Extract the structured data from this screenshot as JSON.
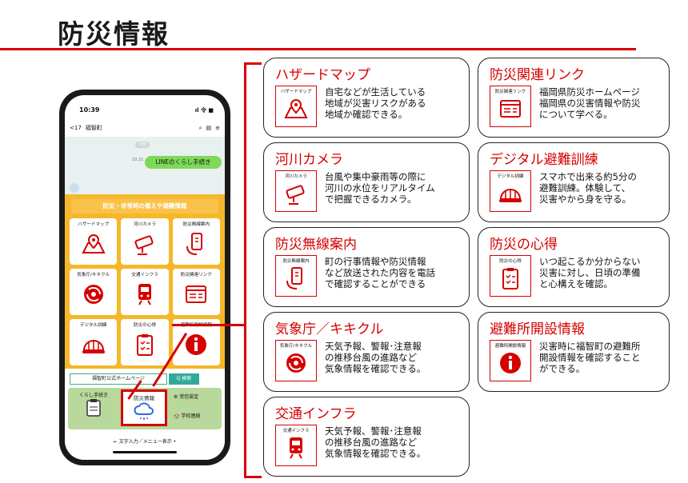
{
  "page": {
    "title": "防災情報"
  },
  "phone": {
    "time": "10:39",
    "status_right": "ıl 令 ■",
    "chat": {
      "back": "<17",
      "name": "福智町",
      "today": "今日",
      "read": "既読",
      "msg_time": "10:21",
      "message": "LINEのくらし手続き"
    },
    "menu": {
      "header": "防災・非常時の備えや避難情報",
      "items": [
        {
          "label": "ハザードマップ",
          "icon": "map-pin-icon"
        },
        {
          "label": "河川カメラ",
          "icon": "camera-icon"
        },
        {
          "label": "防災無線案内",
          "icon": "phone-hand-icon"
        },
        {
          "label": "気象庁/キキクル",
          "icon": "typhoon-icon"
        },
        {
          "label": "交通インフラ",
          "icon": "train-icon"
        },
        {
          "label": "防災関連リンク",
          "icon": "document-icon"
        },
        {
          "label": "デジタル訓練",
          "icon": "helmet-icon"
        },
        {
          "label": "防災の心得",
          "icon": "checklist-icon"
        },
        {
          "label": "避難所開設情報",
          "icon": "info-icon"
        }
      ]
    },
    "site_label": "福智町公式ホームページ",
    "search_label": "Q 検索",
    "tabs": {
      "kurashi": "くらし手続き",
      "bousai": "防災情報",
      "jushin": "受信設定",
      "gakkou": "学校連絡"
    },
    "footer_link": "← 文字入力／メニュー表示 •"
  },
  "cards": [
    {
      "title": "ハザードマップ",
      "cap": "ハザードマップ",
      "desc": "自宅などが生活している\n地域が災害リスクがある\n地域か確認できる。",
      "icon": "map-pin-icon"
    },
    {
      "title": "防災関連リンク",
      "cap": "防災関連リンク",
      "desc": "福岡県防災ホームページ\n福岡県の災害情報や防災\nについて学べる。",
      "icon": "document-icon"
    },
    {
      "title": "河川カメラ",
      "cap": "河川カメラ",
      "desc": "台風や集中豪雨等の際に\n河川の水位をリアルタイム\nで把握できるカメラ。",
      "icon": "camera-icon"
    },
    {
      "title": "デジタル避難訓練",
      "cap": "デジタル訓練",
      "desc": "スマホで出来る約5分の\n避難訓練。体験して、\n災害やから身を守る。",
      "icon": "helmet-icon"
    },
    {
      "title": "防災無線案内",
      "cap": "防災無線案内",
      "desc": "町の行事情報や防災情報\nなど放送された内容を電話\nで確認することができる",
      "icon": "phone-hand-icon"
    },
    {
      "title": "防災の心得",
      "cap": "防災の心得",
      "desc": "いつ起こるか分からない\n災害に対し、日頃の準備\nと心構えを確認。",
      "icon": "checklist-icon"
    },
    {
      "title": "気象庁／キキクル",
      "cap": "気象庁/キキクル",
      "desc": "天気予報、警報･注意報\nの推移台風の進路など\n気象情報を確認できる。",
      "icon": "typhoon-icon"
    },
    {
      "title": "避難所開設情報",
      "cap": "避難所開設情報",
      "desc": "災害時に福智町の避難所\n開設情報を確認すること\nができる。",
      "icon": "info-icon"
    },
    {
      "title": "交通インフラ",
      "cap": "交通インフラ",
      "desc": "天気予報、警報･注意報\nの推移台風の進路など\n気象情報を確認できる。",
      "icon": "train-icon"
    }
  ],
  "colors": {
    "accent": "#d50000",
    "menu_bg": "#f6b72a",
    "tab_bg": "#b9d89c",
    "bubble": "#7ed957"
  }
}
